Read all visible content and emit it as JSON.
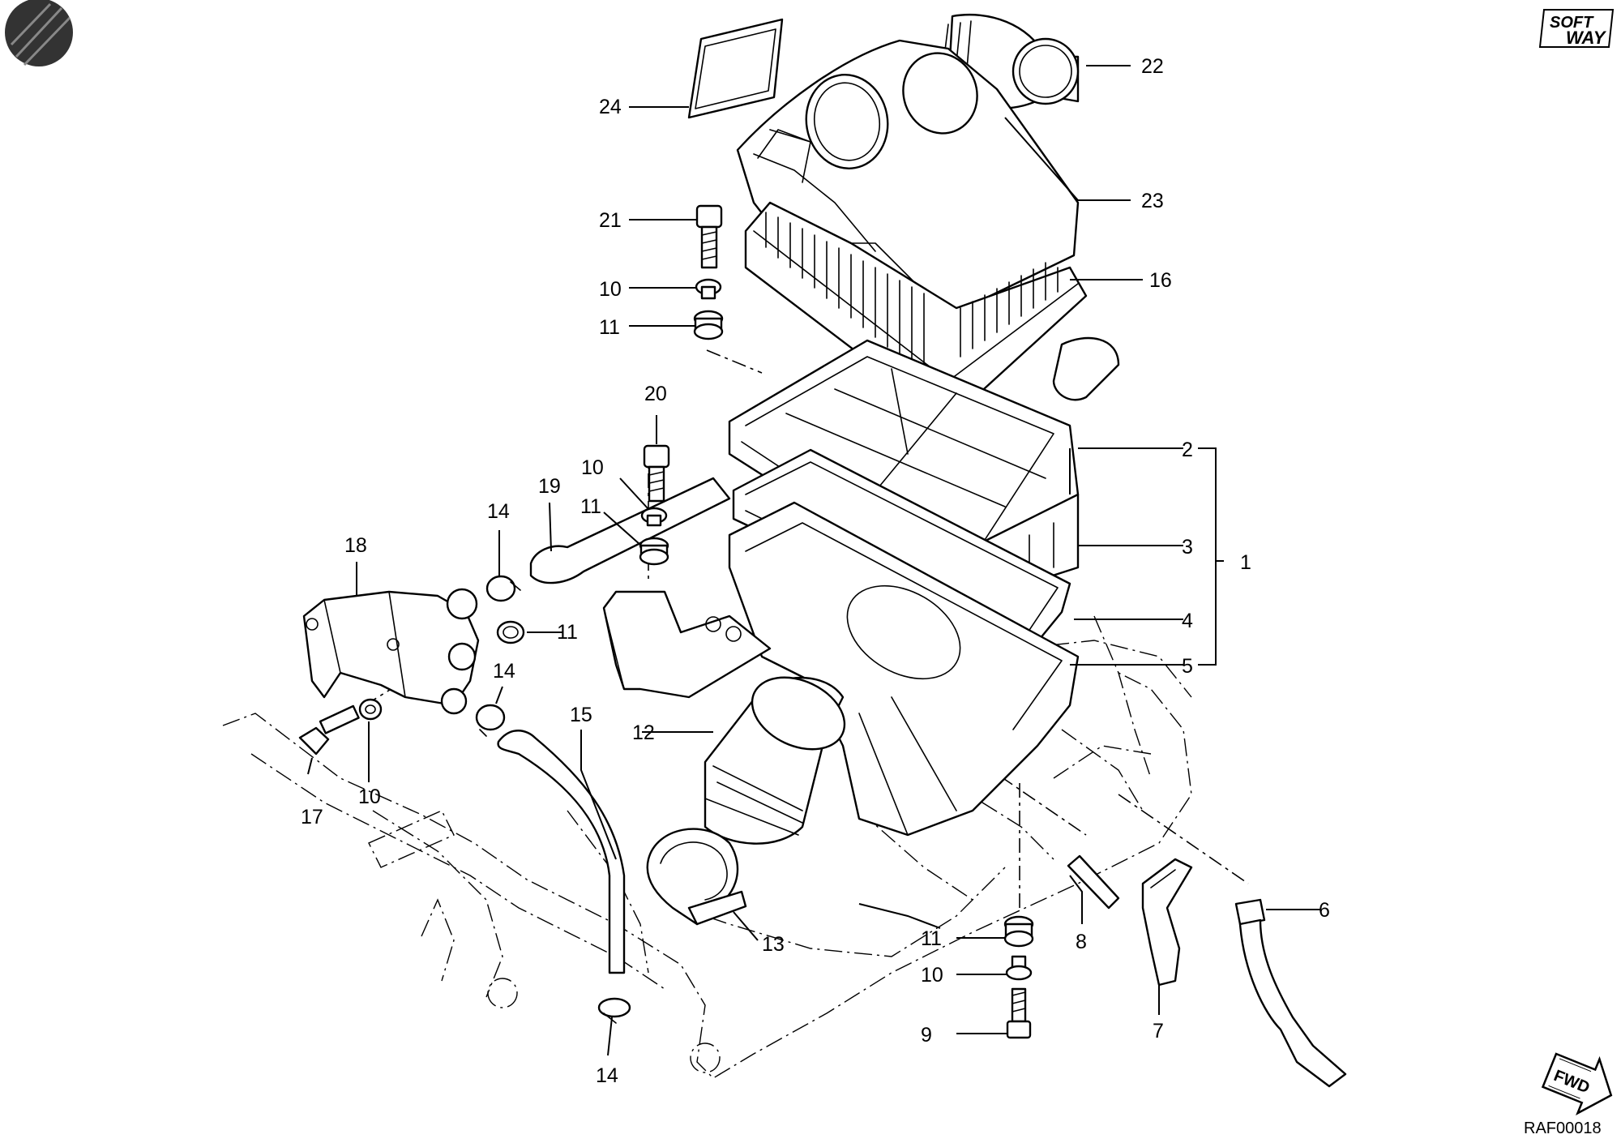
{
  "logo": {
    "line1": "SOFT",
    "line2": "WAY"
  },
  "direction_badge": "FWD",
  "drawing_code": "RAF00018",
  "labels": {
    "p1": "1",
    "p2": "2",
    "p3": "3",
    "p4": "4",
    "p5": "5",
    "p6": "6",
    "p7": "7",
    "p8": "8",
    "p9": "9",
    "p10a": "10",
    "p10b": "10",
    "p10c": "10",
    "p10d": "10",
    "p11a": "11",
    "p11b": "11",
    "p11c": "11",
    "p11d": "11",
    "p12": "12",
    "p13": "13",
    "p14a": "14",
    "p14b": "14",
    "p14c": "14",
    "p15": "15",
    "p16": "16",
    "p17": "17",
    "p18": "18",
    "p19": "19",
    "p20": "20",
    "p21": "21",
    "p22": "22",
    "p23": "23",
    "p24": "24"
  }
}
